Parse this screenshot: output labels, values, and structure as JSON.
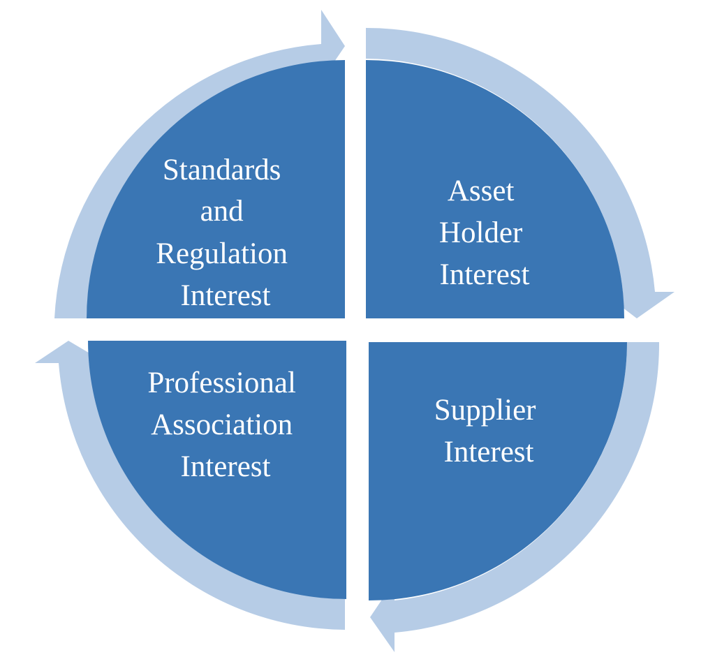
{
  "colors": {
    "quadrant": "#3A76B4",
    "ring": "#B6CCE6",
    "text": "#FFFFFF",
    "background": "#FFFFFF"
  },
  "quadrants": [
    {
      "name": "standards-and-regulation",
      "lines": [
        "Standards",
        "and",
        "Regulation",
        "Interest"
      ]
    },
    {
      "name": "asset-holder",
      "lines": [
        "Asset",
        "Holder",
        "Interest"
      ]
    },
    {
      "name": "supplier",
      "lines": [
        "Supplier",
        "Interest"
      ]
    },
    {
      "name": "professional-association",
      "lines": [
        "Professional",
        "Association",
        "Interest"
      ]
    }
  ]
}
